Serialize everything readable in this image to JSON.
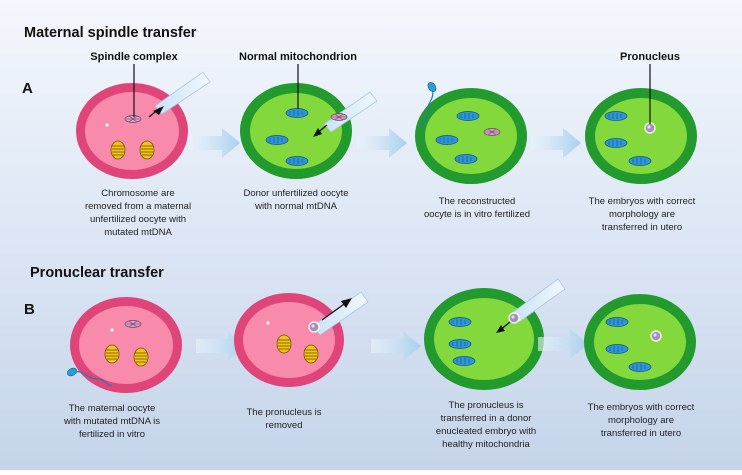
{
  "sections": {
    "top_title": "Maternal spindle transfer",
    "top_letter": "A",
    "bottom_title": "Pronuclear transfer",
    "bottom_letter": "B"
  },
  "labels": {
    "spindle_complex": "Spindle complex",
    "normal_mitochondrion": "Normal mitochondrion",
    "pronucleus": "Pronucleus"
  },
  "steps_a": [
    {
      "lines": [
        "Chromosome are",
        "removed from a maternal",
        "unfertilized oocyte with",
        "mutated mtDNA"
      ]
    },
    {
      "lines": [
        "Donor unfertilized oocyte",
        "with normal mtDNA"
      ]
    },
    {
      "lines": [
        "The reconstructed",
        "oocyte is in vitro fertilized"
      ]
    },
    {
      "lines": [
        "The embryos with correct",
        "morphology are",
        "transferred in utero"
      ]
    }
  ],
  "steps_b": [
    {
      "lines": [
        "The maternal  oocyte",
        "with mutated mtDNA is",
        "fertilized in vitro"
      ]
    },
    {
      "lines": [
        "The pronucleus is",
        "removed"
      ]
    },
    {
      "lines": [
        "The pronucleus is",
        "transferred in  a donor",
        "enucleated embryo with",
        "healthy mitochondria"
      ]
    },
    {
      "lines": [
        "The embryos with correct",
        "morphology are",
        "transferred in utero"
      ]
    }
  ],
  "colors": {
    "maternal_outer": "#e0457a",
    "maternal_inner": "#f88aac",
    "donor_outer": "#239a2e",
    "donor_inner": "#83d83c",
    "mito_yellow": "#f2c318",
    "mito_blue": "#2e95d8",
    "arrow": "#b7d6ee"
  }
}
